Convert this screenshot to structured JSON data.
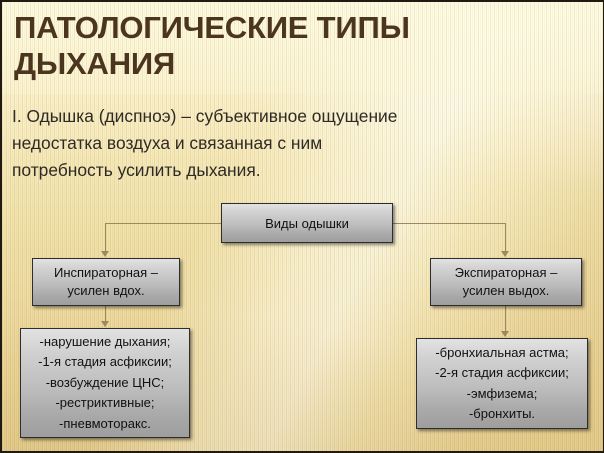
{
  "slide": {
    "title": "ПАТОЛОГИЧЕСКИЕ ТИПЫ\nДЫХАНИЯ",
    "body": "I. Одышка (диспноэ) – субъективное ощущение\n    недостатка воздуха и связанная с ним\n    потребность усилить дыхания.",
    "colors": {
      "background_top": "#fbf2cf",
      "background_bottom": "#e6cf8d",
      "title_text": "#4b351f",
      "body_text": "#2e2a25",
      "node_fill_top": "#e2e2e2",
      "node_fill_bottom": "#9e9e9e",
      "node_border": "#2d2d2d",
      "connector": "#9c8a5e"
    }
  },
  "diagram": {
    "root": {
      "label": "Виды одышки"
    },
    "branches": [
      {
        "id": "inspiratory",
        "label": "Инспираторная –\nусилен вдох.",
        "details": "-нарушение дыхания;\n-1-я стадия асфиксии;\n-возбуждение ЦНС;\n-рестриктивные;\n-пневмоторакс.",
        "detail_lines": [
          "-нарушение дыхания;",
          "-1-я стадия асфиксии;",
          "-возбуждение ЦНС;",
          "-рестриктивные;",
          "-пневмоторакс."
        ]
      },
      {
        "id": "expiratory",
        "label": "Экспираторная –\nусилен выдох.",
        "details": "-бронхиальная астма;\n-2-я стадия асфиксии;\n-эмфизема;\n-бронхиты.",
        "detail_lines": [
          "-бронхиальная астма;",
          "-2-я стадия асфиксии;",
          "-эмфизема;",
          "-бронхиты."
        ]
      }
    ]
  }
}
